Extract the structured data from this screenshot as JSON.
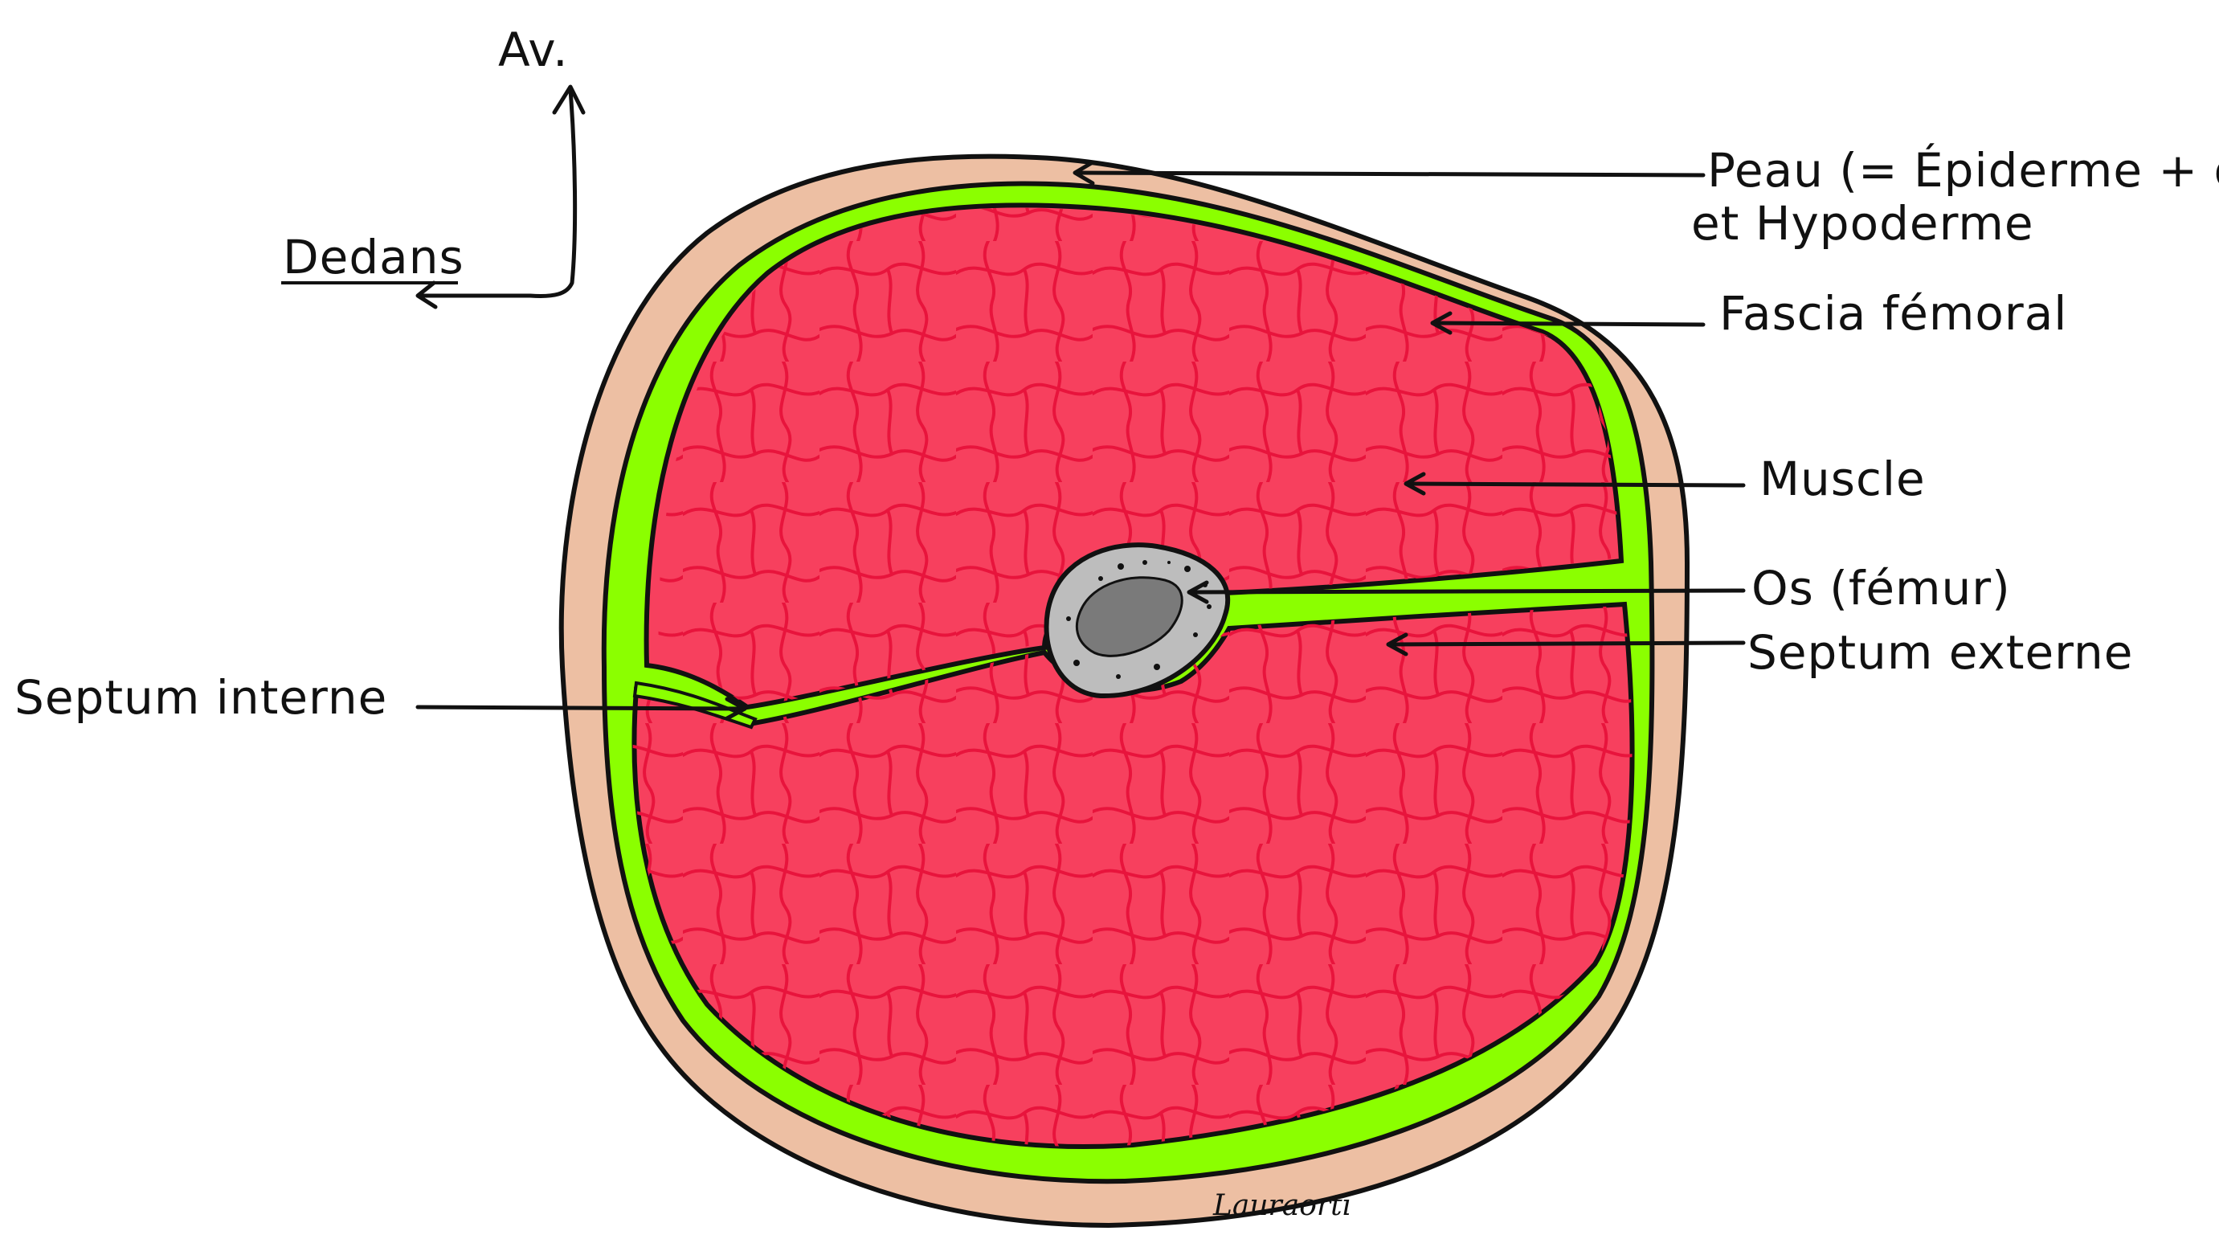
{
  "orientation": {
    "anterior_label": "Av.",
    "medial_label": "Dedans"
  },
  "labels": {
    "skin_line1": "Peau (= Épiderme + derme)",
    "skin_line2": "et Hypoderme",
    "fascia": "Fascia fémoral",
    "muscle": "Muscle",
    "bone": "Os (fémur)",
    "septum_externe": "Septum externe",
    "septum_interne": "Septum interne"
  },
  "signature": "Lauraorti",
  "colors": {
    "skin": "#EDBFA3",
    "fascia": "#8BFF00",
    "muscle": "#F7405E",
    "muscle_lines": "#E8143C",
    "bone": "#BDBDBD",
    "marrow": "#7A7A7A",
    "outline": "#111111"
  }
}
